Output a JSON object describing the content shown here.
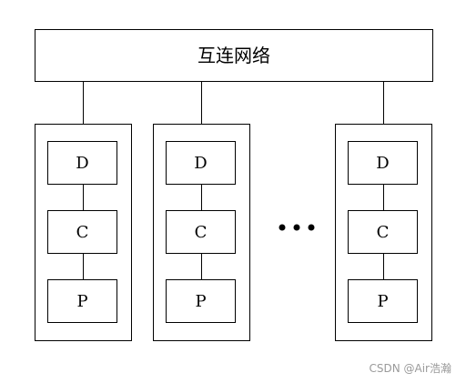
{
  "network": {
    "label": "互连网络"
  },
  "nodes": [
    {
      "top": "D",
      "middle": "C",
      "bottom": "P"
    },
    {
      "top": "D",
      "middle": "C",
      "bottom": "P"
    },
    {
      "top": "D",
      "middle": "C",
      "bottom": "P"
    }
  ],
  "ellipsis": "•••",
  "watermark": "CSDN @Air浩瀚"
}
